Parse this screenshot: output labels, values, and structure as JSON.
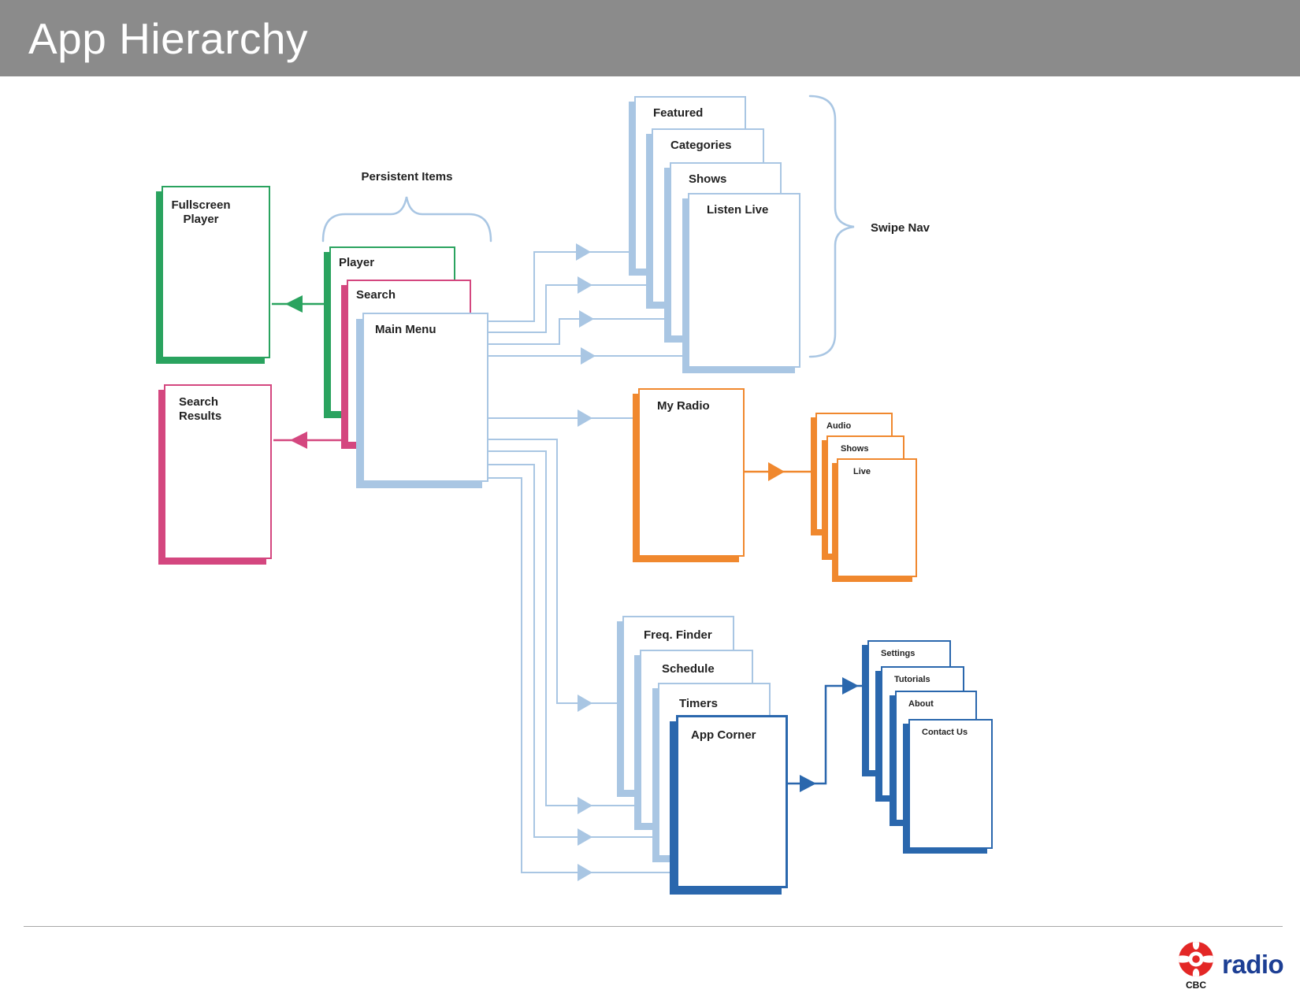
{
  "colors": {
    "header_gray": "#8b8b8b",
    "green": "#2aa35f",
    "pink": "#d4477f",
    "blue_light": "#a9c6e3",
    "orange": "#f0882e",
    "blue_dark": "#2a67ad",
    "cbc_red": "#e32726",
    "radio_navy": "#1d3f94"
  },
  "header": {
    "title": "App Hierarchy"
  },
  "annotations": {
    "persistent_items": "Persistent Items",
    "swipe_nav": "Swipe Nav"
  },
  "nodes": {
    "fullscreen_player": {
      "label": "Fullscreen\nPlayer"
    },
    "search_results": {
      "label": "Search\nResults"
    },
    "player": {
      "label": "Player"
    },
    "search": {
      "label": "Search"
    },
    "main_menu": {
      "label": "Main Menu"
    },
    "featured": {
      "label": "Featured"
    },
    "categories": {
      "label": "Categories"
    },
    "shows": {
      "label": "Shows"
    },
    "listen_live": {
      "label": "Listen Live"
    },
    "my_radio": {
      "label": "My Radio"
    },
    "audio": {
      "label": "Audio"
    },
    "my_radio_shows": {
      "label": "Shows"
    },
    "live": {
      "label": "Live"
    },
    "freq_finder": {
      "label": "Freq. Finder"
    },
    "schedule": {
      "label": "Schedule"
    },
    "timers": {
      "label": "Timers"
    },
    "app_corner": {
      "label": "App Corner"
    },
    "settings": {
      "label": "Settings"
    },
    "tutorials": {
      "label": "Tutorials"
    },
    "about": {
      "label": "About"
    },
    "contact_us": {
      "label": "Contact Us"
    }
  },
  "footer": {
    "logo_text": "CBC",
    "brand": "radio"
  }
}
